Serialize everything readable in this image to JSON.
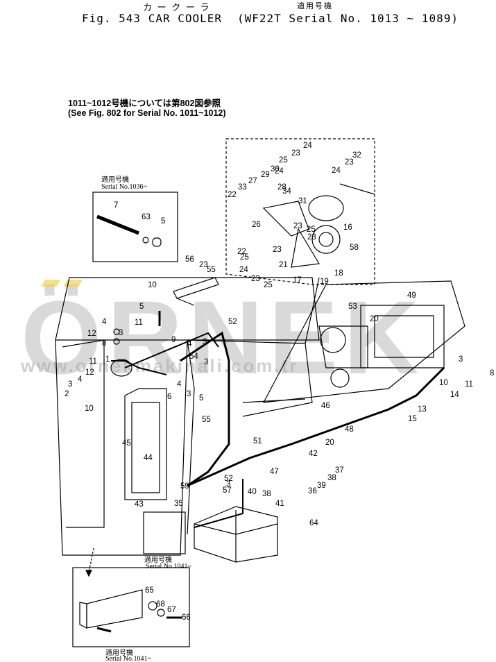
{
  "header": {
    "jp_title": "カ ー ク ー ラ",
    "jp_applicable": "適用号機",
    "title": "Fig. 543 CAR COOLER",
    "serial_range": "(WF22T Serial No. 1013 ~ 1089)"
  },
  "note": {
    "jp": "1011~1012号機については第802図参照",
    "en": "(See Fig. 802 for Serial No. 1011~1012)"
  },
  "inset_labels": {
    "top_left_jp": "適用号機",
    "top_left_serial": "Serial No.1036~",
    "mid_jp": "適用号機",
    "mid_serial": "Serial No.1041~",
    "bottom_jp": "適用号機",
    "bottom_serial": "Serial No.1041~"
  },
  "watermark": {
    "brand": "ÖRNEK",
    "site": "www.ornekmakinali.com.tr"
  },
  "callouts": [
    "1",
    "2",
    "3",
    "4",
    "5",
    "6",
    "7",
    "8",
    "9",
    "10",
    "11",
    "12",
    "13",
    "14",
    "15",
    "16",
    "17",
    "18",
    "19",
    "20",
    "21",
    "22",
    "23",
    "24",
    "25",
    "26",
    "27",
    "28",
    "29",
    "30",
    "31",
    "32",
    "33",
    "34",
    "35",
    "36",
    "37",
    "38",
    "39",
    "40",
    "41",
    "42",
    "43",
    "44",
    "45",
    "46",
    "47",
    "48",
    "49",
    "51",
    "52",
    "53",
    "54",
    "55",
    "56",
    "57",
    "58",
    "59",
    "63",
    "64",
    "65",
    "66",
    "67",
    "68"
  ]
}
